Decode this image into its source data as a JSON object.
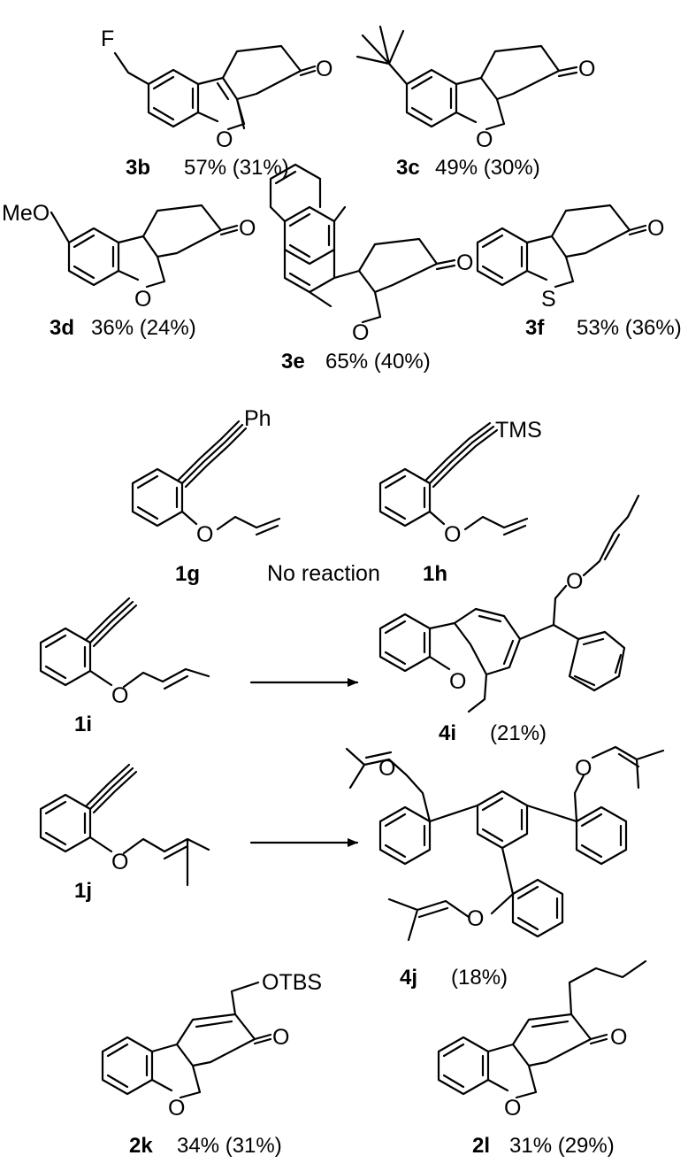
{
  "atoms": {
    "F": "F",
    "O": "O",
    "S": "S",
    "MeO": "MeO",
    "Ph": "Ph",
    "TMS": "TMS",
    "OTBS": "OTBS"
  },
  "compounds": {
    "c3b": {
      "id": "3b",
      "yield": "57% (31%)"
    },
    "c3c": {
      "id": "3c",
      "yield": "49% (30%)"
    },
    "c3d": {
      "id": "3d",
      "yield": "36% (24%)"
    },
    "c3e": {
      "id": "3e",
      "yield": "65% (40%)"
    },
    "c3f": {
      "id": "3f",
      "yield": "53% (36%)"
    },
    "c1g": {
      "id": "1g"
    },
    "c1h": {
      "id": "1h"
    },
    "c1i": {
      "id": "1i"
    },
    "c4i": {
      "id": "4i",
      "yield": "(21%)"
    },
    "c1j": {
      "id": "1j"
    },
    "c4j": {
      "id": "4j",
      "yield": "(18%)"
    },
    "c2k": {
      "id": "2k",
      "yield": "34% (31%)"
    },
    "c2l": {
      "id": "2l",
      "yield": "31% (29%)"
    }
  },
  "no_reaction": "No reaction"
}
